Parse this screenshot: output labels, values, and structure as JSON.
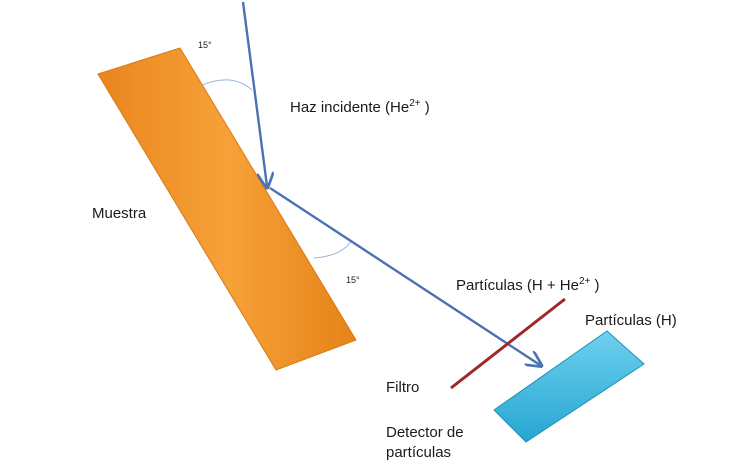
{
  "labels": {
    "sample": "Muestra",
    "incident_beam": "Haz incidente (He",
    "incident_beam_sup": "2+",
    "incident_beam_close": " )",
    "angle_top": "15°",
    "angle_bottom": "15°",
    "particles_mixed": "Partículas (H + He",
    "particles_mixed_sup": "2+",
    "particles_mixed_close": " )",
    "particles_h": "Partículas (H)",
    "filter": "Filtro",
    "detector_line1": "Detector de",
    "detector_line2": "partículas"
  },
  "colors": {
    "sample": "#f39a2c",
    "sample_edge": "#d67c14",
    "beam": "#4a72b5",
    "filter": "#a12828",
    "detector": "#3cb6dc",
    "detector_edge": "#1f8fb3",
    "angle_arc": "#9ab4d8"
  }
}
